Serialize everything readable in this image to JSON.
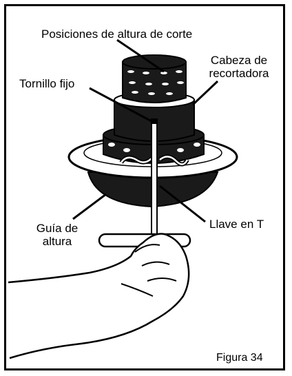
{
  "labels": {
    "cut_height_positions": "Posiciones de altura de corte",
    "trimmer_head_line1": "Cabeza de",
    "trimmer_head_line2": "recortadora",
    "set_screw": "Tornillo fijo",
    "height_guide_line1": "Guía de",
    "height_guide_line2": "altura",
    "t_wrench": "Llave en T",
    "figure": "Figura 34"
  },
  "colors": {
    "ink": "#000000",
    "paper": "#ffffff",
    "shade": "#1a1a1a"
  }
}
